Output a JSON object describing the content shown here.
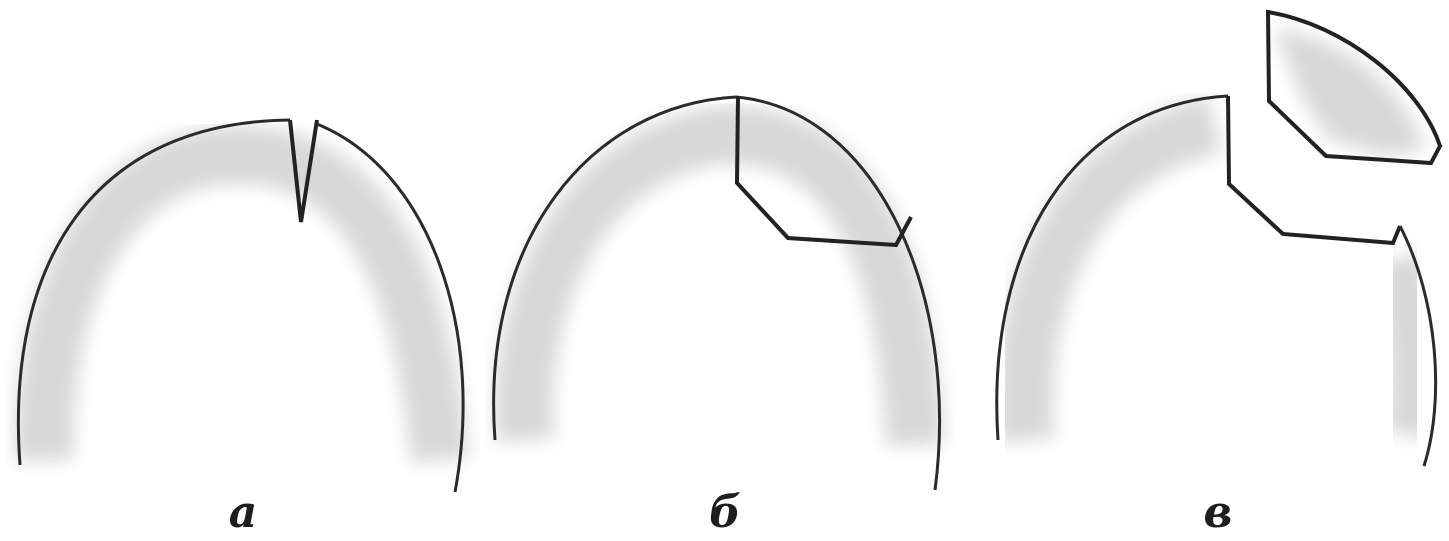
{
  "panels": [
    {
      "id": "a",
      "label": "а"
    },
    {
      "id": "b",
      "label": "б"
    },
    {
      "id": "c",
      "label": "в"
    }
  ],
  "colors": {
    "outline": "#2b2b2b",
    "fragment_outline": "#222222",
    "shading": "#d8d8d8",
    "background": "#ffffff"
  }
}
